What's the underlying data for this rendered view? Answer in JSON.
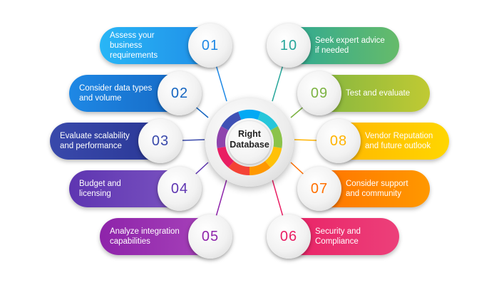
{
  "center": {
    "label_line1": "Right",
    "label_line2": "Database",
    "ring_colors": [
      "#8e44ad",
      "#3f51b5",
      "#03a9f4",
      "#26c6da",
      "#8bc34a",
      "#ffc107",
      "#ff9800",
      "#f44336",
      "#e91e63"
    ]
  },
  "items": [
    {
      "number": "01",
      "text": "Assess your business requirements",
      "color_from": "#29b6f6",
      "color_to": "#1e88e5",
      "number_color": "#1e88e5"
    },
    {
      "number": "02",
      "text": "Consider data types and volume",
      "color_from": "#1e88e5",
      "color_to": "#1565c0",
      "number_color": "#1565c0"
    },
    {
      "number": "03",
      "text": "Evaluate scalability and performance",
      "color_from": "#3949ab",
      "color_to": "#283593",
      "number_color": "#3949ab"
    },
    {
      "number": "04",
      "text": "Budget and licensing",
      "color_from": "#5e35b1",
      "color_to": "#7e57c2",
      "number_color": "#5e35b1"
    },
    {
      "number": "05",
      "text": "Analyze integration capabilities",
      "color_from": "#8e24aa",
      "color_to": "#ab47bc",
      "number_color": "#8e24aa"
    },
    {
      "number": "06",
      "text": "Security and Compliance",
      "color_from": "#e91e63",
      "color_to": "#ec407a",
      "number_color": "#e91e63"
    },
    {
      "number": "07",
      "text": "Consider support and community",
      "color_from": "#ff6f00",
      "color_to": "#ff9800",
      "number_color": "#ff6f00"
    },
    {
      "number": "08",
      "text": "Vendor Reputation and future outlook",
      "color_from": "#ffb300",
      "color_to": "#ffd600",
      "number_color": "#ffb300"
    },
    {
      "number": "09",
      "text": "Test and evaluate",
      "color_from": "#7cb342",
      "color_to": "#c0ca33",
      "number_color": "#7cb342"
    },
    {
      "number": "10",
      "text": "Seek expert advice if needed",
      "color_from": "#26a69a",
      "color_to": "#66bb6a",
      "number_color": "#26a69a"
    }
  ]
}
